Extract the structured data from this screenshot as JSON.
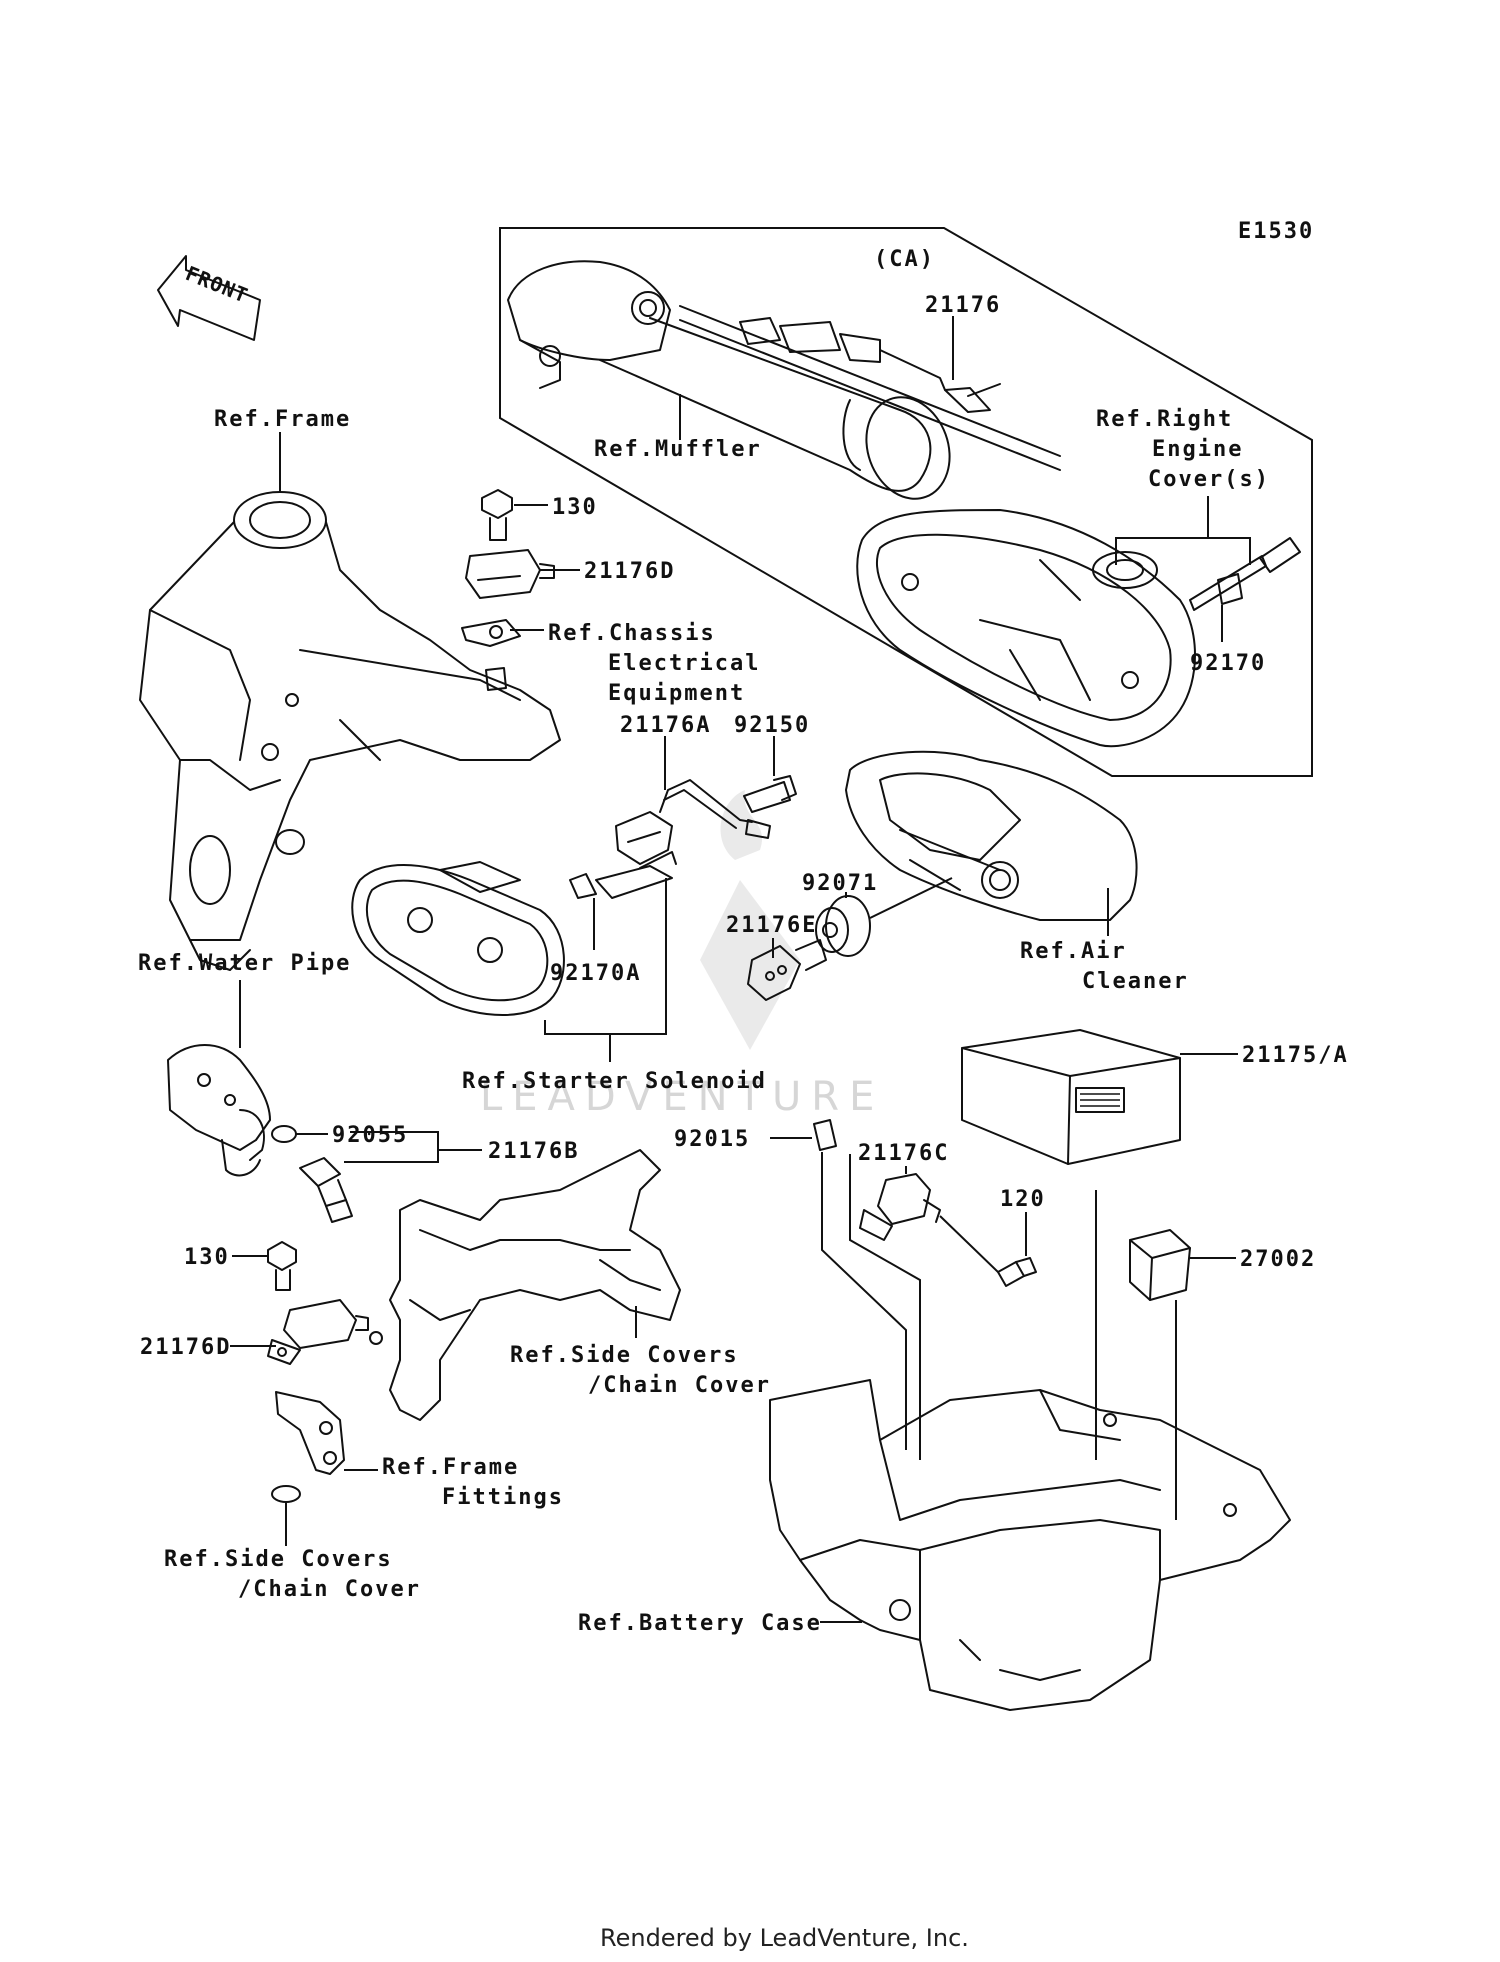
{
  "diagram": {
    "code": "E1530",
    "variant_label": "(CA)",
    "front_indicator": "FRONT",
    "footer": "Rendered by LeadVenture, Inc.",
    "watermark": "LEADVENTURE",
    "labels": {
      "p21176": "21176",
      "ref_muffler": "Ref.Muffler",
      "ref_right_engine_cover_1": "Ref.Right",
      "ref_right_engine_cover_2": "Engine",
      "ref_right_engine_cover_3": "Cover(s)",
      "p92170": "92170",
      "ref_frame": "Ref.Frame",
      "p130_top": "130",
      "p21176D_top": "21176D",
      "ref_chassis_1": "Ref.Chassis",
      "ref_chassis_2": "Electrical",
      "ref_chassis_3": "Equipment",
      "p21176A": "21176A",
      "p92150": "92150",
      "p92071": "92071",
      "p21176E": "21176E",
      "ref_air_cleaner_1": "Ref.Air",
      "ref_air_cleaner_2": "Cleaner",
      "p92170A": "92170A",
      "ref_water_pipe": "Ref.Water Pipe",
      "ref_starter_solenoid": "Ref.Starter Solenoid",
      "p21175A": "21175/A",
      "p92055": "92055",
      "p21176B": "21176B",
      "p92015": "92015",
      "p21176C": "21176C",
      "p120": "120",
      "p130_bottom": "130",
      "p27002": "27002",
      "p21176D_bottom": "21176D",
      "ref_side_covers_1": "Ref.Side Covers",
      "ref_side_covers_2": "/Chain Cover",
      "ref_frame_fittings_1": "Ref.Frame",
      "ref_frame_fittings_2": "Fittings",
      "ref_side_covers_b1": "Ref.Side Covers",
      "ref_side_covers_b2": "/Chain Cover",
      "ref_battery_case": "Ref.Battery Case"
    }
  }
}
